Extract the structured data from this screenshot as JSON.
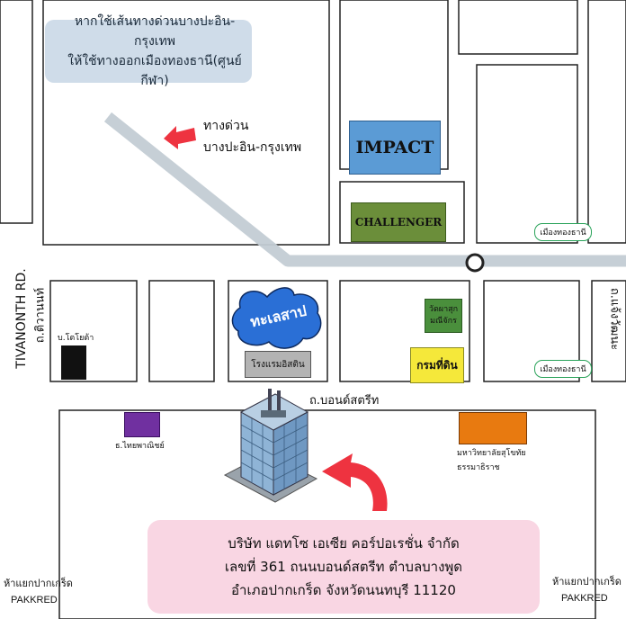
{
  "map": {
    "expressway_note": {
      "line1": "หากใช้เส้นทางด่วนบางปะอิน-กรุงเทพ",
      "line2": "ให้ใช้ทางออกเมืองทองธานี(ศูนย์กีฬา)"
    },
    "expressway_label": {
      "line1": "ทางด่วน",
      "line2": "บางปะอิน-กรุงเทพ"
    },
    "roads": {
      "tivanon_en": "TIVANONTH RD.",
      "tivanon_th": "ถ.ติวานนท์",
      "changwattana": "ถ.แจ้งวัฒนะ",
      "bond_street": "ถ.บอนด์สตรีท"
    },
    "landmarks": {
      "impact": "IMPACT",
      "challenger": "CHALLENGER",
      "muangthong_1": "เมืองทองธานี",
      "muangthong_2": "เมืองทองธานี",
      "lake": "ทะเลสาป",
      "toyota": "บ.โตโยต้า",
      "hotel": "โรงแรมอิสติน",
      "temple_line1": "วัดผาสุก",
      "temple_line2": "มณีจักร",
      "land_dept": "กรมที่ดิน",
      "scb": "ธ.ไทยพาณิชย์",
      "stou_line1": "มหาวิทยาลัยสุโขทัย",
      "stou_line2": "ธรรมาธิราช"
    },
    "junctions": {
      "left_th": "ห้าแยกปากเกร็ด",
      "left_en": "PAKKRED",
      "right_th": "ห้าแยกปากเกร็ด",
      "right_en": "PAKKRED"
    },
    "company": {
      "line1": "บริษัท แดทโซ เอเซีย คอร์ปอเรชั่น จำกัด",
      "line2": "เลขที่ 361  ถนนบอนด์สตรีท  ตำบลบางพูด",
      "line3": "อำเภอปากเกร็ด  จังหวัดนนทบุรี  11120"
    },
    "colors": {
      "impact": "#5b9bd5",
      "challenger": "#6b8e3a",
      "lake": "#2a6fd6",
      "toyota": "#111111",
      "hotel": "#b3b3b3",
      "temple": "#4a8f3c",
      "land_dept": "#f5e83a",
      "scb": "#7030a0",
      "stou": "#e87a10",
      "expressway": "#c3ccd4",
      "note_bg": "#cfdce9",
      "company_bg": "#f9d6e3",
      "arrow": "#ee3340",
      "building": "#8fb4d6"
    },
    "icons": [
      "expressway-arrow-icon",
      "destination-arrow-icon",
      "office-building-icon",
      "roundabout-icon"
    ]
  }
}
